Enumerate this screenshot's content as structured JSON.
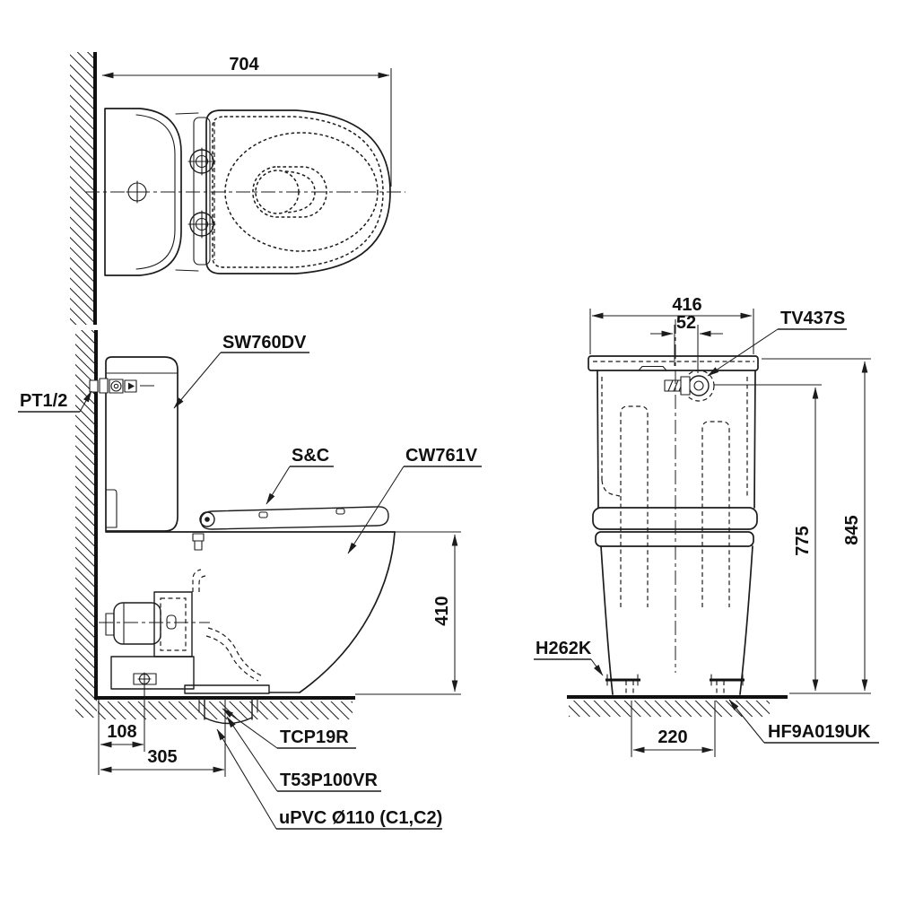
{
  "meta": {
    "drawing_type": "toilet installation dimension drawing",
    "views": [
      "top view",
      "side view",
      "front view"
    ]
  },
  "colors": {
    "line": "#1c1c1c",
    "background": "#ffffff"
  },
  "top_view": {
    "dim_depth": "704"
  },
  "side_view": {
    "label_inlet": "PT1/2",
    "label_cistern": "SW760DV",
    "label_seat_cover": "S&C",
    "label_bowl": "CW761V",
    "label_outlet_socket": "TCP19R",
    "label_flush_valve": "T53P100VR",
    "label_drain_pipe": "uPVC Ø110 (C1,C2)",
    "dim_rim_height": "410",
    "dim_offset_small": "108",
    "dim_offset_large": "305"
  },
  "front_view": {
    "label_stop_valve": "TV437S",
    "label_bolt_cap": "H262K",
    "label_fixing_bolt": "HF9A019UK",
    "dim_tank_width": "416",
    "dim_inlet_offset": "52",
    "dim_inlet_height": "775",
    "dim_overall_height": "845",
    "dim_bolt_spacing": "220"
  }
}
